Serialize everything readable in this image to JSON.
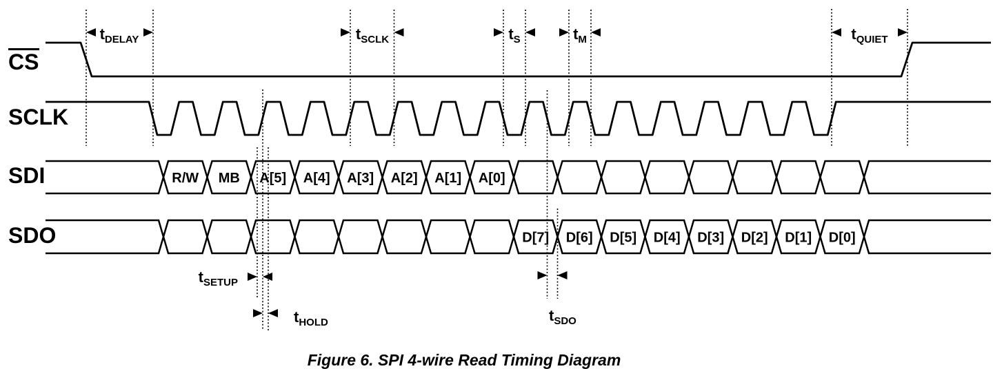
{
  "figure": {
    "caption": "Figure 6. SPI 4-wire Read Timing Diagram"
  },
  "signals": {
    "cs": {
      "label": "CS",
      "active_low": true
    },
    "sclk": {
      "label": "SCLK"
    },
    "sdi": {
      "label": "SDI",
      "cells": [
        "R/W",
        "MB",
        "A[5]",
        "A[4]",
        "A[3]",
        "A[2]",
        "A[1]",
        "A[0]"
      ]
    },
    "sdo": {
      "label": "SDO",
      "cells": [
        "D[7]",
        "D[6]",
        "D[5]",
        "D[4]",
        "D[3]",
        "D[2]",
        "D[1]",
        "D[0]"
      ]
    }
  },
  "timing_labels": {
    "tdelay": {
      "base": "t",
      "sub": "DELAY"
    },
    "tsclk": {
      "base": "t",
      "sub": "SCLK"
    },
    "ts": {
      "base": "t",
      "sub": "S"
    },
    "tm": {
      "base": "t",
      "sub": "M"
    },
    "tquiet": {
      "base": "t",
      "sub": "QUIET"
    },
    "tsetup": {
      "base": "t",
      "sub": "SETUP"
    },
    "thold": {
      "base": "t",
      "sub": "HOLD"
    },
    "tsdo": {
      "base": "t",
      "sub": "SDO"
    }
  },
  "colors": {
    "ink": "#000000",
    "background": "#ffffff"
  }
}
